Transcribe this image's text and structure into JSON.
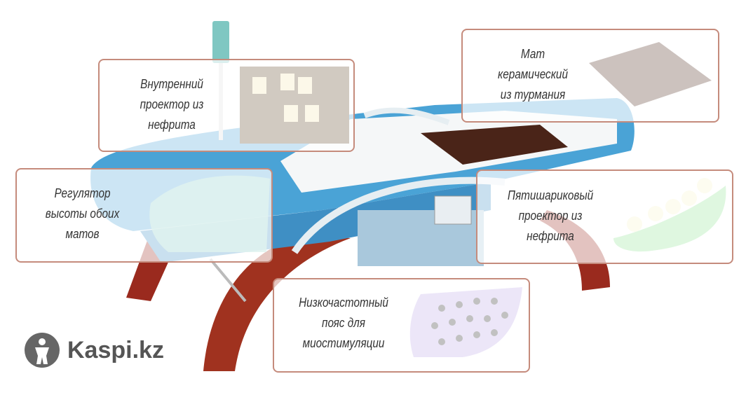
{
  "callouts": [
    {
      "lines": [
        "Внутренний",
        "проектор из",
        "нефрита"
      ]
    },
    {
      "lines": [
        "Мат",
        "керамический",
        "из турмания"
      ]
    },
    {
      "lines": [
        "Регулятор",
        "высоты обоих",
        "матов"
      ]
    },
    {
      "lines": [
        "Пятишариковый",
        "проектор из",
        "нефрита"
      ]
    },
    {
      "lines": [
        "Низкочастотный",
        "пояс для",
        "миостимуляции"
      ]
    }
  ],
  "watermark": {
    "text": "Kaspi.kz"
  },
  "colors": {
    "bed_blue": "#4aa3d6",
    "leg_red": "#9a2a1e",
    "border": "#c58b7c",
    "mat_brown": "#4a2418"
  }
}
